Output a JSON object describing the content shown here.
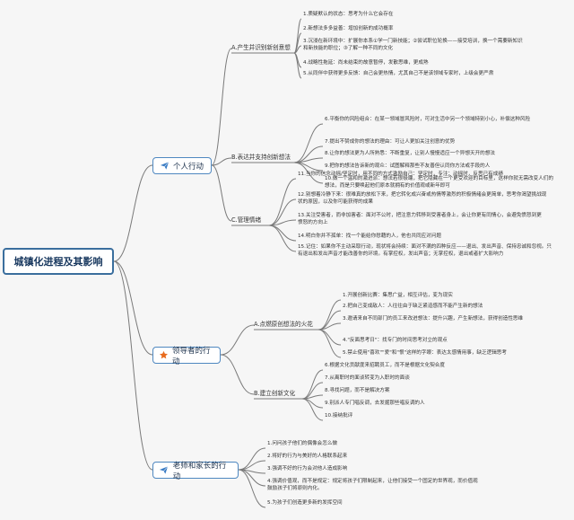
{
  "root": {
    "label": "城镇化进程及其影响"
  },
  "branches": [
    {
      "label": "个人行动",
      "icon": "paper-plane-icon"
    },
    {
      "label": "领导者的行动",
      "icon": "star-icon"
    },
    {
      "label": "老师和家长的行动",
      "icon": "paper-plane-icon"
    }
  ],
  "subs": [
    {
      "label": "A.产生并识别新创意想"
    },
    {
      "label": "B.表达并支持创新想法"
    },
    {
      "label": "C.管理情绪"
    },
    {
      "label": "A.点燃原创想法的火花"
    },
    {
      "label": "B.建立创新文化"
    }
  ],
  "leaves": [
    {
      "text": "1.质疑默认的状态：思考为什么它会存在"
    },
    {
      "text": "2.新想法多多益善：增加创新的成功概率"
    },
    {
      "text": "3.沉浸在新环境中：扩展你本系①学一门新技能；②尝试职位轮换——接受培训，换一个需要新知识和新技能的职位；③了解一种不同的文化"
    },
    {
      "text": "4.战略性拖延：尚未结束的故意暂停，发散思维，更成熟"
    },
    {
      "text": "5.从同伴中获得更多反馈：自己会更热情，尤其自己不是该领域专家时，上级会更严肃"
    },
    {
      "text": "6.平衡你的风险组合：在某一领域冒风险时，可对生活中另一个领域特别小心，补偿这种风险"
    },
    {
      "text": "7.提出不赞成你的想法的理由：可让人更加关注创意的优势"
    },
    {
      "text": "8.让你的想法更为人所熟悉：不断重复，让别人慢慢适应一个异想天开的想法"
    },
    {
      "text": "9.把你的想法告诉新的观众：试图解释那些不友善但认同你方法或手段的人"
    },
    {
      "text": "10.做一个温和的激进派：想法若很极端，把它隐藏在一个更受欢迎的目标里，这样你就无需改变人们的想法，而是只要唤起他们原本就拥有的价值观或新年即可"
    },
    {
      "text": "11.当你的信念动摇/坚定时，用不同的方式激励自己：坚定时，专注；动摇时，反思已有成绩"
    },
    {
      "text": "12.别想着冷静下来：很难真的放松下来，把它转化成兴奋或热情等激烈的积极情绪会更简单，思考你渴望挑战现状的原因，以及你可能获得的成果"
    },
    {
      "text": "13.关注受害者，而非加害者：面对不公时，把注意力转移到受害者身上，会让你更有同情心，会避免愤怒到更愤怒的方向上"
    },
    {
      "text": "14.明白你并不孤单：找一个能给你慰藉的人，他也共同应对问题"
    },
    {
      "text": "15.记住：如果你不主动采取行动，现状将会持续：面对不满的四种反应——退出、发出声音、保持忠诚和忽视。只有退出和发出声音才能改善你的环境。有掌控权，发出声音；无掌控权，退出或者扩大影响力"
    },
    {
      "text": "1.开展创新比赛：集思广益，相互评估，变为现实"
    },
    {
      "text": "2.把自己变成敌人：人往往由于缺乏紧迫感而不能产生新的想法"
    },
    {
      "text": "3.邀请来自不同部门的员工来改进想法：提升兴趣，产生新想法，获得创造性思维"
    },
    {
      "text": "4.\"反面思考日\"：找专门的时间思考对立的观点"
    },
    {
      "text": "5.禁止使用\"喜欢\"\"爱\"和\"恨\"这样的字眼：表达太感情用事，缺乏逻辑思考"
    },
    {
      "text": "6.根据文化贡献度来招聘员工，而不是根据文化契合度"
    },
    {
      "text": "7.从离职时的面谈转变为入职时的面谈"
    },
    {
      "text": "8.寻找问题，而不是解决方案"
    },
    {
      "text": "9.别派人专门唱反调，去发掘那些唱反调的人"
    },
    {
      "text": "10.接纳批评"
    },
    {
      "text": "1.问问孩子他们的偶像会怎么做"
    },
    {
      "text": "2.将好的行为与美好的人格联系起来"
    },
    {
      "text": "3.强调不好的行为会对他人造成影响"
    },
    {
      "text": "4.强调价值观，而不是规定：规定将孩子们限制起来，让他们接受一个固定的世界观，而价值观鼓励孩子们将原则内化。"
    },
    {
      "text": "5.为孩子们创造更多新的发挥空间"
    }
  ],
  "colors": {
    "line": "#7a7a7a",
    "branch_border": "#4f88c0",
    "root_border": "#3a6e9d",
    "star": "#e86b1e",
    "plane": "#3a7cc4"
  }
}
